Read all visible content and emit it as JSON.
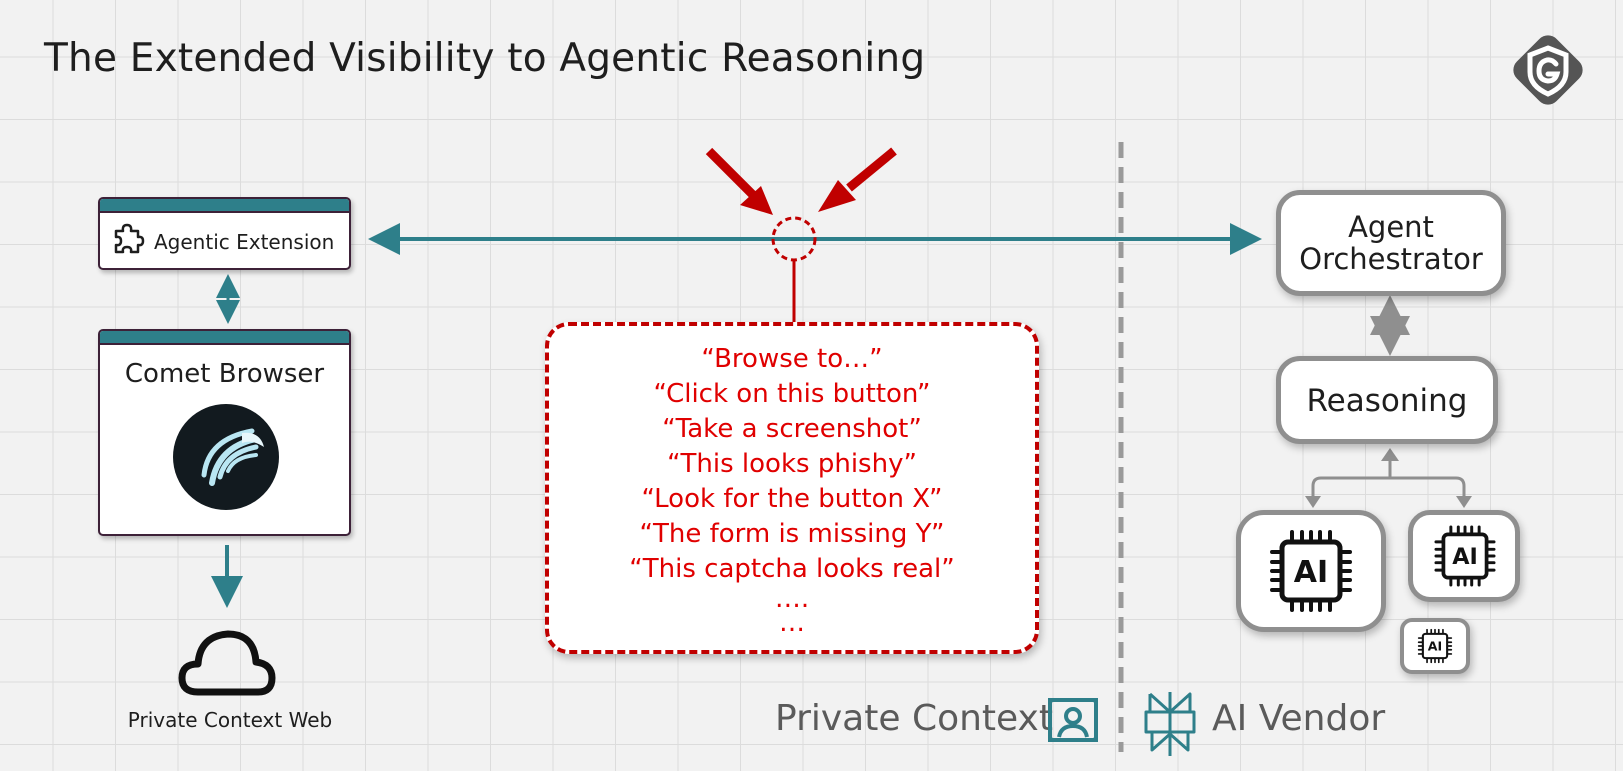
{
  "title": "The Extended Visibility to Agentic Reasoning",
  "colors": {
    "teal": "#2e7f8a",
    "red": "#c00000",
    "red_text": "#e00000",
    "gray": "#8f8f8f",
    "window_border": "#3d2138"
  },
  "logo": {
    "icon": "shield-g-logo-icon"
  },
  "client_side": {
    "extension_label": "Agentic Extension",
    "extension_icon": "puzzle-piece-icon",
    "browser_label": "Comet Browser",
    "browser_icon": "comet-logo-icon",
    "web_label": "Private Context Web",
    "web_icon": "cloud-icon"
  },
  "intercepted_thoughts": [
    "“Browse to…”",
    "“Click on this button”",
    "“Take a screenshot”",
    "“This looks phishy”",
    "“Look for the button X”",
    "“The form is missing Y”",
    "“This captcha looks real”",
    "….",
    "…"
  ],
  "vendor_side": {
    "orchestrator_line1": "Agent",
    "orchestrator_line2": "Orchestrator",
    "reasoning_label": "Reasoning",
    "model_chip_label": "AI",
    "model_chip_icon": "ai-chip-icon"
  },
  "zones": {
    "private_label": "Private Context",
    "private_icon": "contact-card-icon",
    "vendor_label": "AI Vendor",
    "vendor_icon": "perplexity-logo-icon"
  }
}
